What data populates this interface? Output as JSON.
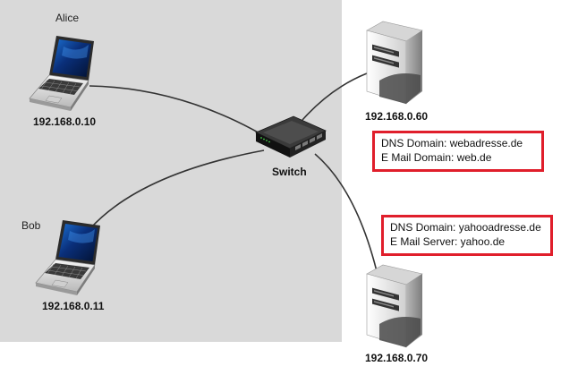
{
  "network": {
    "alice": {
      "name": "Alice",
      "ip": "192.168.0.10"
    },
    "bob": {
      "name": "Bob",
      "ip": "192.168.0.11"
    },
    "switch": {
      "label": "Switch"
    },
    "server1": {
      "ip": "192.168.0.60",
      "dns_line": "DNS Domain: webadresse.de",
      "mail_line": "E Mail Domain: web.de"
    },
    "server2": {
      "ip": "192.168.0.70",
      "dns_line": "DNS Domain: yahooadresse.de",
      "mail_line": "E Mail Server: yahoo.de"
    }
  },
  "colors": {
    "lan_background": "#d9d9d9",
    "box_border": "#e01e2b",
    "cable": "#333333"
  },
  "icons": {
    "laptop": "laptop-icon",
    "switch": "network-switch-icon",
    "server": "server-icon"
  }
}
